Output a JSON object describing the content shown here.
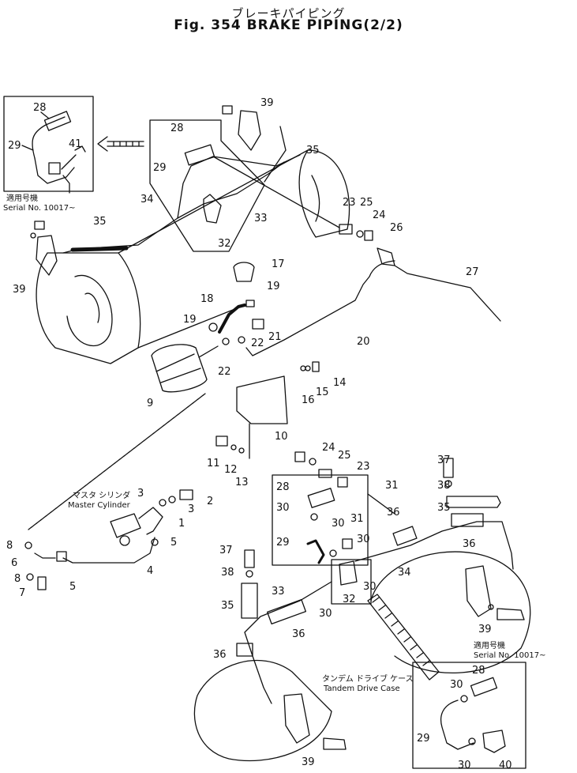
{
  "title_jp": "ブレーキパイピング",
  "title": "Fig. 354 BRAKE PIPING(2/2)",
  "notes": {
    "applicable_top_jp": "適用号機",
    "serial_top": "Serial No. 10017~",
    "applicable_bottom_jp": "適用号機",
    "serial_bottom": "Serial No. 10017~",
    "master_cylinder_jp": "マスタ シリンダ",
    "master_cylinder": "Master Cylinder",
    "tandem_jp": "タンデム ドライブ ケース",
    "tandem": "Tandem Drive Case"
  },
  "callouts": [
    {
      "id": "c28a",
      "label": "28"
    },
    {
      "id": "c29a",
      "label": "29"
    },
    {
      "id": "c41",
      "label": "41"
    },
    {
      "id": "c39a",
      "label": "39"
    },
    {
      "id": "c28b",
      "label": "28"
    },
    {
      "id": "c29b",
      "label": "29"
    },
    {
      "id": "c35a",
      "label": "35"
    },
    {
      "id": "c34a",
      "label": "34"
    },
    {
      "id": "c33a",
      "label": "33"
    },
    {
      "id": "c32a",
      "label": "32"
    },
    {
      "id": "c35b",
      "label": "35"
    },
    {
      "id": "c39b",
      "label": "39"
    },
    {
      "id": "c23a",
      "label": "23"
    },
    {
      "id": "c25a",
      "label": "25"
    },
    {
      "id": "c24a",
      "label": "24"
    },
    {
      "id": "c26",
      "label": "26"
    },
    {
      "id": "c27",
      "label": "27"
    },
    {
      "id": "c17",
      "label": "17"
    },
    {
      "id": "c19a",
      "label": "19"
    },
    {
      "id": "c18",
      "label": "18"
    },
    {
      "id": "c19b",
      "label": "19"
    },
    {
      "id": "c21",
      "label": "21"
    },
    {
      "id": "c22a",
      "label": "22"
    },
    {
      "id": "c20",
      "label": "20"
    },
    {
      "id": "c22b",
      "label": "22"
    },
    {
      "id": "c9",
      "label": "9"
    },
    {
      "id": "c14",
      "label": "14"
    },
    {
      "id": "c15",
      "label": "15"
    },
    {
      "id": "c16",
      "label": "16"
    },
    {
      "id": "c10",
      "label": "10"
    },
    {
      "id": "c11",
      "label": "11"
    },
    {
      "id": "c12",
      "label": "12"
    },
    {
      "id": "c13",
      "label": "13"
    },
    {
      "id": "c24b",
      "label": "24"
    },
    {
      "id": "c25b",
      "label": "25"
    },
    {
      "id": "c23b",
      "label": "23"
    },
    {
      "id": "c31a",
      "label": "31"
    },
    {
      "id": "c37a",
      "label": "37"
    },
    {
      "id": "c38a",
      "label": "38"
    },
    {
      "id": "c35c",
      "label": "35"
    },
    {
      "id": "c28c",
      "label": "28"
    },
    {
      "id": "c30a",
      "label": "30"
    },
    {
      "id": "c29c",
      "label": "29"
    },
    {
      "id": "c30b",
      "label": "30"
    },
    {
      "id": "c31b",
      "label": "31"
    },
    {
      "id": "c30c",
      "label": "30"
    },
    {
      "id": "c36a",
      "label": "36"
    },
    {
      "id": "c36b",
      "label": "36"
    },
    {
      "id": "c34b",
      "label": "34"
    },
    {
      "id": "c30d",
      "label": "30"
    },
    {
      "id": "c32b",
      "label": "32"
    },
    {
      "id": "c30e",
      "label": "30"
    },
    {
      "id": "c3a",
      "label": "3"
    },
    {
      "id": "c2",
      "label": "2"
    },
    {
      "id": "c3b",
      "label": "3"
    },
    {
      "id": "c1",
      "label": "1"
    },
    {
      "id": "c5a",
      "label": "5"
    },
    {
      "id": "c8a",
      "label": "8"
    },
    {
      "id": "c6",
      "label": "6"
    },
    {
      "id": "c8b",
      "label": "8"
    },
    {
      "id": "c7",
      "label": "7"
    },
    {
      "id": "c5b",
      "label": "5"
    },
    {
      "id": "c4",
      "label": "4"
    },
    {
      "id": "c37b",
      "label": "37"
    },
    {
      "id": "c38b",
      "label": "38"
    },
    {
      "id": "c35d",
      "label": "35"
    },
    {
      "id": "c33b",
      "label": "33"
    },
    {
      "id": "c36c",
      "label": "36"
    },
    {
      "id": "c36d",
      "label": "36"
    },
    {
      "id": "c39c",
      "label": "39"
    },
    {
      "id": "c39d",
      "label": "39"
    },
    {
      "id": "c28d",
      "label": "28"
    },
    {
      "id": "c30f",
      "label": "30"
    },
    {
      "id": "c29d",
      "label": "29"
    },
    {
      "id": "c30g",
      "label": "30"
    },
    {
      "id": "c40",
      "label": "40"
    }
  ]
}
